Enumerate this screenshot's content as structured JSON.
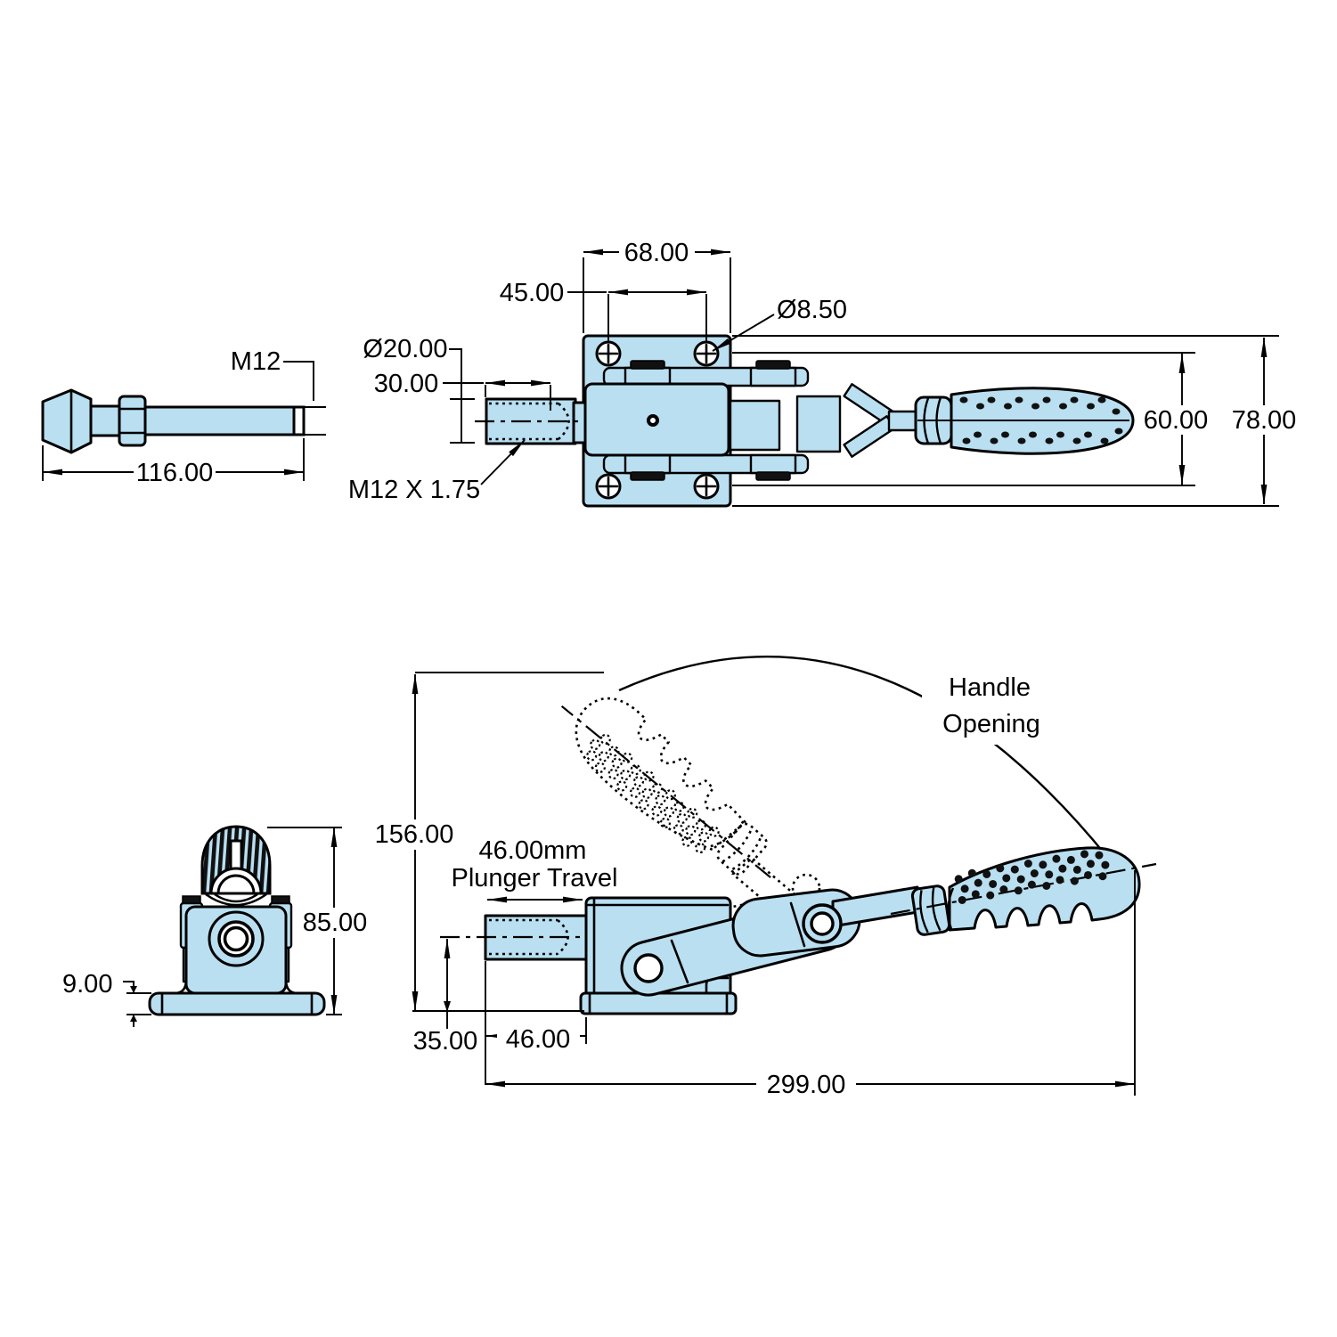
{
  "drawing": {
    "type": "toggle-clamp engineering drawing",
    "colors": {
      "part_fill": "#b9dff1",
      "line": "#000000",
      "background": "#ffffff"
    },
    "views": {
      "spindle": {
        "thread": "M12",
        "length": "116.00"
      },
      "top": {
        "plate_width": "68.00",
        "hole_spacing": "45.00",
        "hole_diameter": "Ø8.50",
        "plunger_diameter": "Ø20.00",
        "thread_length": "30.00",
        "thread_spec": "M12 X 1.75",
        "handle_width": "60.00",
        "overall_height": "78.00"
      },
      "front": {
        "height": "85.00",
        "base_thickness": "9.00"
      },
      "side": {
        "open_height": "156.00",
        "travel_value": "46.00mm",
        "travel_label": "Plunger Travel",
        "axis_height": "35.00",
        "plunger_extension": "46.00",
        "overall_length": "299.00",
        "annotation_word1": "Handle",
        "annotation_word2": "Opening"
      }
    }
  }
}
